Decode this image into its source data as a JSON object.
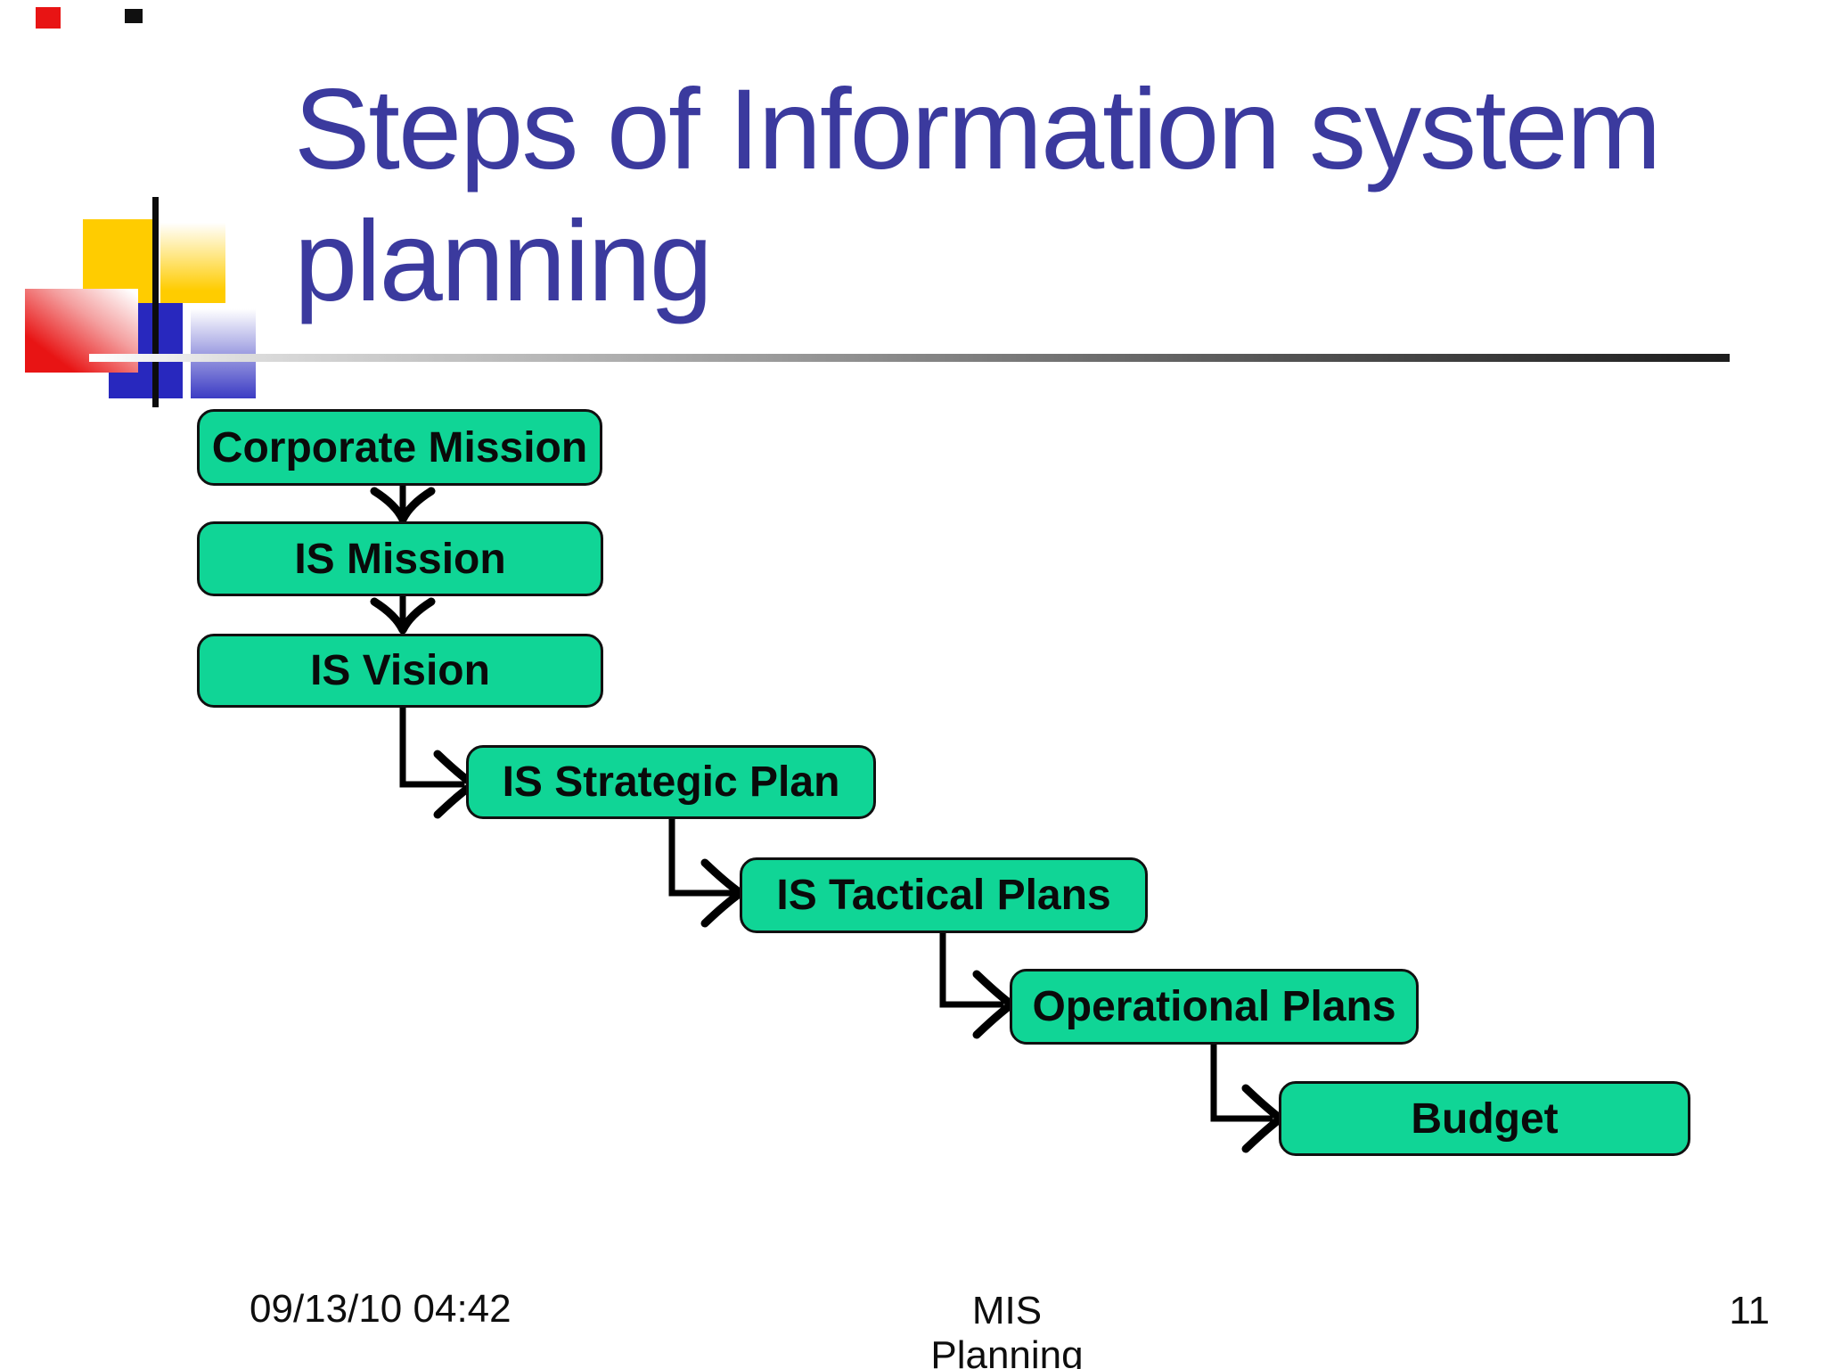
{
  "slide": {
    "title_line1": "Steps of Information system",
    "title_line2": "planning",
    "footer_datetime": "09/13/10 04:42",
    "footer_center": "MIS Planning",
    "footer_page": "11"
  },
  "diagram": {
    "boxes": [
      {
        "label": "Corporate Mission"
      },
      {
        "label": "IS Mission"
      },
      {
        "label": "IS Vision"
      },
      {
        "label": "IS Strategic Plan"
      },
      {
        "label": "IS Tactical Plans"
      },
      {
        "label": "Operational Plans"
      },
      {
        "label": "Budget"
      }
    ]
  },
  "theme": {
    "title_color": "#3B3A9E",
    "box_fill": "#10D596",
    "box_border": "#101010",
    "arrow_color": "#000000",
    "accent_yellow": "#FFCC00",
    "accent_red": "#E81414",
    "accent_blue": "#2828BE",
    "text_color": "#0A0A0A"
  }
}
